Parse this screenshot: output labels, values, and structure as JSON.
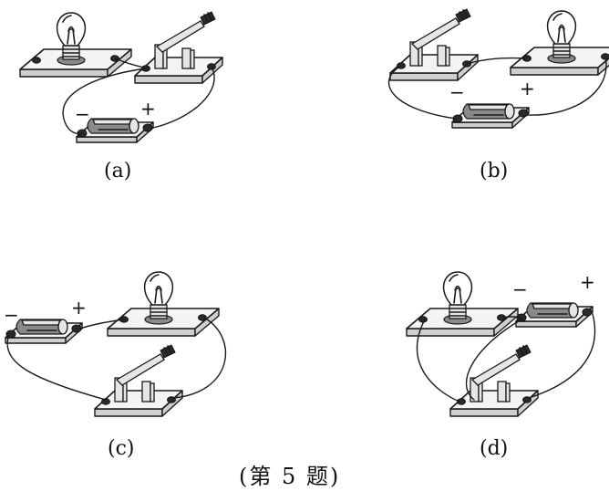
{
  "panels": [
    {
      "label": "(a)",
      "minus": "−",
      "plus": "+"
    },
    {
      "label": "(b)",
      "minus": "−",
      "plus": "+"
    },
    {
      "label": "(c)",
      "minus": "−",
      "plus": "+"
    },
    {
      "label": "(d)",
      "minus": "−",
      "plus": "+"
    }
  ],
  "caption": "(第 5 题)"
}
